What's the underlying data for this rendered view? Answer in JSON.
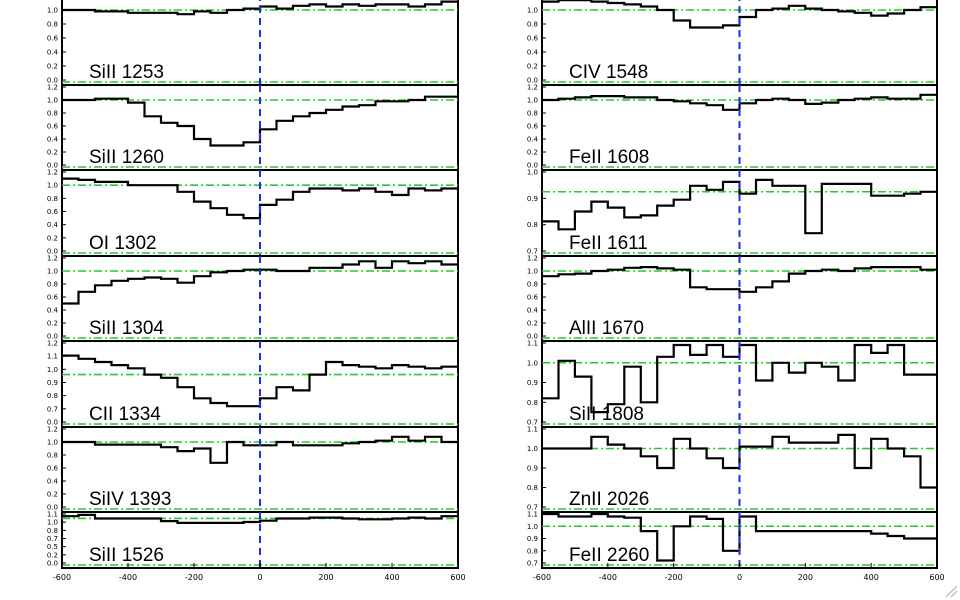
{
  "chart_data": {
    "type": "line",
    "xlim": [
      -600,
      600
    ],
    "x_ticks": [
      "-600",
      "-400",
      "-200",
      "0",
      "200",
      "400",
      "600"
    ],
    "reference_levels": [
      0.0,
      1.0
    ],
    "vertical_marker_x": 0,
    "x_step": 50,
    "panels": [
      {
        "label": "SiII 1253",
        "ylim": [
          0.0,
          1.2
        ],
        "yticks": [
          "0.0",
          "0.2",
          "0.4",
          "0.6",
          "0.8",
          "1.0",
          "1.2"
        ],
        "values": [
          1.0,
          1.0,
          0.98,
          0.98,
          0.96,
          0.96,
          0.96,
          0.94,
          0.98,
          0.96,
          1.0,
          1.02,
          1.05,
          1.02,
          1.06,
          1.08,
          1.05,
          1.08,
          1.06,
          1.08,
          1.08,
          1.05,
          1.08,
          1.12
        ]
      },
      {
        "label": "SiII 1260",
        "ylim": [
          0.0,
          1.2
        ],
        "yticks": [
          "0.0",
          "0.2",
          "0.4",
          "0.6",
          "0.8",
          "1.0",
          "1.2"
        ],
        "values": [
          1.0,
          1.0,
          1.02,
          1.02,
          0.96,
          0.75,
          0.65,
          0.6,
          0.4,
          0.3,
          0.3,
          0.35,
          0.55,
          0.68,
          0.75,
          0.8,
          0.85,
          0.9,
          0.92,
          0.98,
          0.98,
          1.0,
          1.05,
          1.05
        ]
      },
      {
        "label": "OI 1302",
        "ylim": [
          0.0,
          1.2
        ],
        "yticks": [
          "0.0",
          "0.2",
          "0.4",
          "0.6",
          "0.8",
          "1.0",
          "1.2"
        ],
        "values": [
          1.1,
          1.08,
          1.05,
          1.05,
          1.0,
          1.0,
          1.0,
          0.9,
          0.75,
          0.65,
          0.55,
          0.5,
          0.7,
          0.78,
          0.9,
          0.95,
          0.95,
          0.92,
          0.95,
          0.9,
          0.85,
          0.95,
          0.92,
          0.95
        ]
      },
      {
        "label": "SiII 1304",
        "ylim": [
          0.0,
          1.2
        ],
        "yticks": [
          "0.0",
          "0.2",
          "0.4",
          "0.6",
          "0.8",
          "1.0",
          "1.2"
        ],
        "values": [
          0.5,
          0.68,
          0.78,
          0.85,
          0.88,
          0.9,
          0.88,
          0.82,
          0.92,
          0.98,
          1.0,
          1.02,
          1.02,
          1.0,
          1.0,
          1.05,
          1.05,
          1.1,
          1.15,
          1.05,
          1.15,
          1.12,
          1.15,
          1.1
        ]
      },
      {
        "label": "CII 1334",
        "ylim": [
          0.7,
          1.2
        ],
        "yticks": [
          "0.0",
          "0.7",
          "0.8",
          "0.9",
          "1.0",
          "1.1",
          "1.2"
        ],
        "values": [
          1.12,
          1.1,
          1.08,
          1.06,
          1.04,
          1.0,
          0.98,
          0.92,
          0.85,
          0.82,
          0.8,
          0.8,
          0.85,
          0.92,
          0.9,
          1.0,
          1.08,
          1.06,
          1.05,
          1.04,
          1.06,
          1.05,
          1.04,
          1.05
        ]
      },
      {
        "label": "SiIV 1393",
        "ylim": [
          0.0,
          1.2
        ],
        "yticks": [
          "0.0",
          "0.2",
          "0.4",
          "0.6",
          "0.8",
          "1.0",
          "1.2"
        ],
        "values": [
          1.0,
          1.0,
          0.96,
          0.96,
          0.96,
          0.96,
          0.92,
          0.86,
          0.9,
          0.68,
          1.0,
          0.95,
          0.95,
          1.0,
          0.95,
          0.95,
          0.95,
          0.98,
          1.0,
          1.02,
          1.08,
          1.02,
          1.08,
          1.0
        ]
      },
      {
        "label": "SiII 1526",
        "ylim": [
          0.0,
          1.1
        ],
        "yticks": [
          "0.0",
          "0.2",
          "0.5",
          "0.7",
          "0.8",
          "1.0",
          "1.1"
        ],
        "values": [
          1.05,
          1.08,
          1.0,
          1.0,
          1.0,
          1.0,
          0.94,
          0.9,
          0.9,
          0.9,
          0.9,
          0.92,
          0.95,
          1.0,
          1.0,
          1.02,
          1.02,
          1.0,
          0.98,
          0.98,
          1.0,
          1.02,
          1.0,
          1.05
        ]
      },
      {
        "label": "CIV 1548",
        "ylim": [
          0.0,
          1.2
        ],
        "yticks": [
          "0.0",
          "0.2",
          "0.4",
          "0.6",
          "0.8",
          "1.0",
          "1.2"
        ],
        "values": [
          1.12,
          1.14,
          1.14,
          1.12,
          1.1,
          1.08,
          1.05,
          1.0,
          0.85,
          0.75,
          0.75,
          0.78,
          0.9,
          1.0,
          1.02,
          1.06,
          1.02,
          1.0,
          0.98,
          0.96,
          0.92,
          0.95,
          1.0,
          1.04
        ]
      },
      {
        "label": "FeII 1608",
        "ylim": [
          0.0,
          1.2
        ],
        "yticks": [
          "0.0",
          "0.2",
          "0.4",
          "0.6",
          "0.8",
          "1.0",
          "1.2"
        ],
        "values": [
          1.0,
          1.02,
          1.04,
          1.06,
          1.06,
          1.04,
          1.04,
          1.0,
          0.98,
          0.95,
          0.92,
          0.85,
          0.95,
          1.0,
          1.02,
          1.0,
          0.94,
          0.96,
          1.0,
          1.02,
          1.04,
          1.02,
          1.02,
          1.08
        ]
      },
      {
        "label": "FeII 1611",
        "ylim": [
          0.7,
          1.1
        ],
        "yticks": [
          "0.7",
          "0.8",
          "0.9",
          "1.0"
        ],
        "values": [
          0.85,
          0.81,
          0.9,
          0.95,
          0.92,
          0.87,
          0.88,
          0.93,
          0.96,
          1.03,
          1.01,
          1.05,
          0.99,
          1.06,
          1.03,
          1.03,
          0.79,
          1.04,
          1.04,
          1.04,
          0.98,
          0.98,
          0.99,
          1.0
        ]
      },
      {
        "label": "AlII 1670",
        "ylim": [
          0.0,
          1.2
        ],
        "yticks": [
          "0.0",
          "0.2",
          "0.4",
          "0.6",
          "0.8",
          "1.0",
          "1.2"
        ],
        "values": [
          0.92,
          0.95,
          0.96,
          1.0,
          1.02,
          1.05,
          1.06,
          1.04,
          1.02,
          0.75,
          0.72,
          0.72,
          0.68,
          0.75,
          0.84,
          0.96,
          1.0,
          1.02,
          1.0,
          1.04,
          1.06,
          1.06,
          1.06,
          1.02
        ]
      },
      {
        "label": "SiII 1808",
        "ylim": [
          0.7,
          1.1
        ],
        "yticks": [
          "0.7",
          "0.8",
          "0.9",
          "1.0",
          "1.1"
        ],
        "values": [
          0.82,
          1.01,
          0.93,
          0.75,
          0.79,
          0.98,
          0.8,
          1.03,
          1.09,
          1.04,
          1.09,
          1.03,
          1.09,
          0.91,
          1.0,
          0.95,
          1.0,
          0.98,
          0.91,
          1.09,
          1.05,
          1.09,
          0.94,
          0.94
        ]
      },
      {
        "label": "ZnII 2026",
        "ylim": [
          0.7,
          1.1
        ],
        "yticks": [
          "0.7",
          "0.8",
          "0.9",
          "1.0",
          "1.1"
        ],
        "values": [
          1.0,
          1.0,
          1.0,
          1.06,
          1.02,
          1.0,
          0.96,
          0.9,
          1.05,
          1.0,
          0.95,
          0.9,
          1.01,
          1.01,
          1.06,
          1.03,
          1.03,
          1.03,
          1.07,
          0.9,
          1.05,
          1.0,
          0.96,
          0.8
        ]
      },
      {
        "label": "FeII 2260",
        "ylim": [
          0.7,
          1.1
        ],
        "yticks": [
          "0.7",
          "0.8",
          "0.9",
          "1.0",
          "1.1"
        ],
        "values": [
          1.1,
          1.08,
          1.08,
          1.1,
          1.08,
          1.07,
          0.96,
          0.72,
          1.0,
          1.08,
          1.06,
          0.8,
          1.08,
          0.96,
          0.96,
          0.96,
          0.96,
          0.96,
          0.96,
          0.96,
          0.94,
          0.92,
          0.9,
          0.9
        ]
      }
    ]
  }
}
